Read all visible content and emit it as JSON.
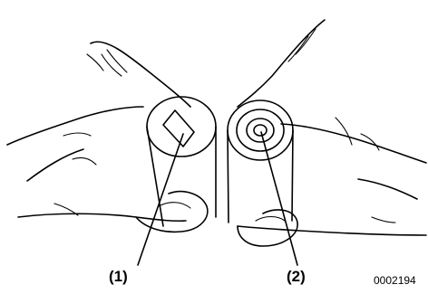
{
  "figure": {
    "callouts": [
      {
        "id": "1",
        "text": "(1)"
      },
      {
        "id": "2",
        "text": "(2)"
      }
    ],
    "figure_code": "0002194"
  }
}
